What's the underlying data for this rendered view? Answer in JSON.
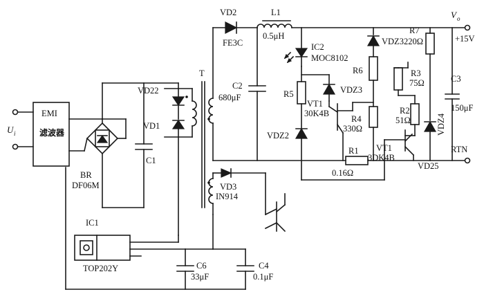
{
  "labels": {
    "emi": "EMI",
    "emi_cn": "滤波器",
    "ui": "U",
    "ui_sub": "i",
    "br": "BR",
    "br_part": "DF06M",
    "c1": "C1",
    "vd22": "VD22",
    "vd1": "VD1",
    "t": "T",
    "ic1": "IC1",
    "top": "TOP202Y",
    "vd2": "VD2",
    "vd2_part": "FE3C",
    "l1": "L1",
    "l1_val": "0.5μH",
    "c2": "C2",
    "c2_val": "680μF",
    "ic2": "IC2",
    "ic2_part": "MOC8102",
    "r5": "R5",
    "vt1a": "VT1",
    "vt1a_part": "30K4B",
    "vdz3a": "VDZ3",
    "vdz2": "VDZ2",
    "vdz3b": "VDZ3",
    "r6": "R6",
    "r4": "R4",
    "r4_val": "330Ω",
    "r2": "R2",
    "r2_val": "51Ω",
    "r3": "R3",
    "r3_val": "75Ω",
    "r7": "R7",
    "r7_val": "220Ω",
    "vt1b": "VT1",
    "vt1b_part": "3DK4B",
    "r1": "R1",
    "r1_val": "0.16Ω",
    "vd25": "VD25",
    "vdz4": "VDZ4",
    "c3": "C3",
    "c3_val": "150μF",
    "vo": "V",
    "vo_sub": "o",
    "plus15": "+15V",
    "rtn": "RTN",
    "vd3": "VD3",
    "vd3_part": "IN914",
    "c6": "C6",
    "c6_val": "33μF",
    "c4": "C4",
    "c4_val": "0.1μF"
  }
}
